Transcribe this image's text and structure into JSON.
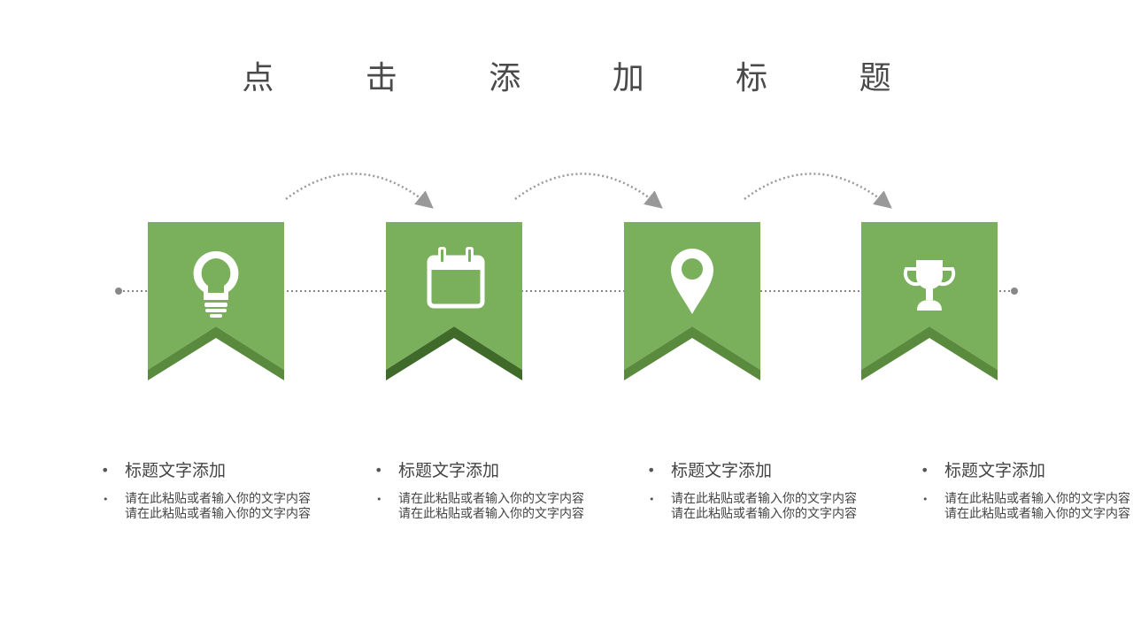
{
  "title": "点 击 添 加 标 题",
  "colors": {
    "banner": "#7aaf5b",
    "fold": "#5a8a3d",
    "fold_dark": "#3f6a2a",
    "icon": "#ffffff",
    "connector": "#999999",
    "timeline": "#888888"
  },
  "steps": [
    {
      "icon": "lightbulb-icon",
      "heading": "标题文字添加",
      "text": "请在此粘贴或者输入你的文字内容请在此粘贴或者输入你的文字内容"
    },
    {
      "icon": "calendar-icon",
      "heading": "标题文字添加",
      "text": "请在此粘贴或者输入你的文字内容请在此粘贴或者输入你的文字内容"
    },
    {
      "icon": "map-pin-icon",
      "heading": "标题文字添加",
      "text": "请在此粘贴或者输入你的文字内容请在此粘贴或者输入你的文字内容"
    },
    {
      "icon": "trophy-icon",
      "heading": "标题文字添加",
      "text": "请在此粘贴或者输入你的文字内容请在此粘贴或者输入你的文字内容"
    }
  ]
}
